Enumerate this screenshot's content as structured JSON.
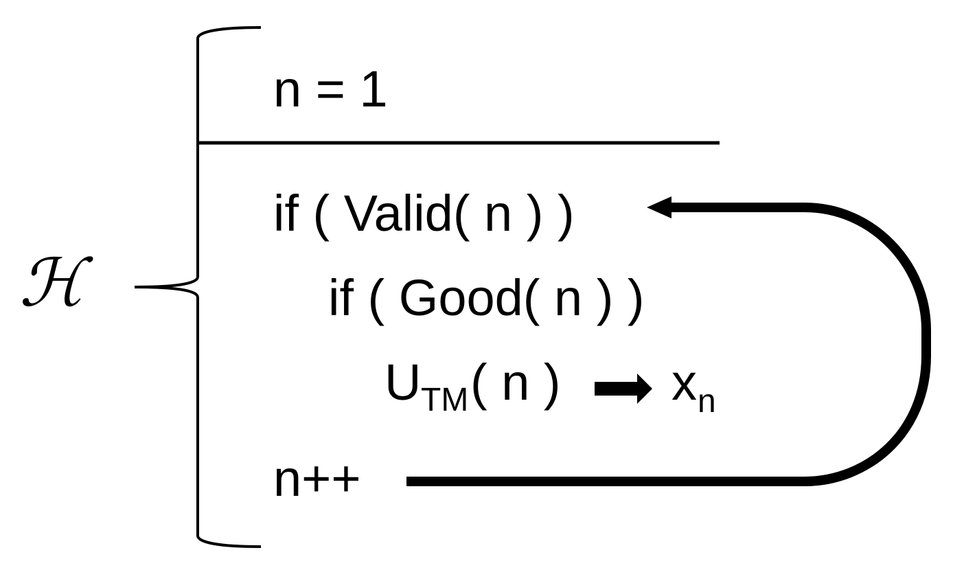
{
  "hypothesis": {
    "symbol": "ℋ"
  },
  "program": {
    "init": "n = 1",
    "valid_check": "if ( Valid( n ) )",
    "good_check": "if ( Good( n ) )",
    "utm_base": "U",
    "utm_subscript": "TM",
    "utm_arg": "( n )",
    "output_base": "x",
    "output_subscript": "n",
    "increment": "n++"
  },
  "colors": {
    "ink": "#000000",
    "background": "#ffffff"
  }
}
